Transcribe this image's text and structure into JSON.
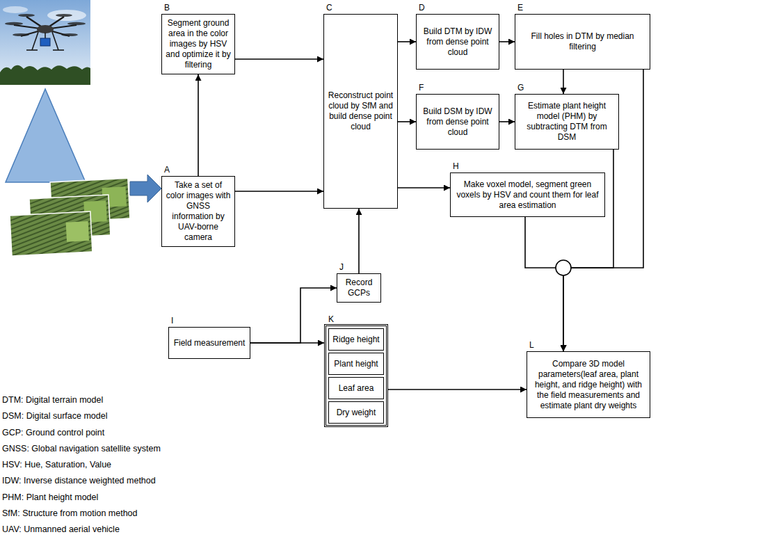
{
  "diagram": {
    "nodes": [
      {
        "text": [
          "A",
          "Take a set of color images with GNSS information by UAV-borne camera"
        ]
      },
      {
        "text": [
          "B",
          "Segment ground area in the color images by HSV and optimize it by filtering"
        ]
      },
      {
        "text": [
          "C",
          "Reconstruct point cloud by SfM and build dense point cloud"
        ]
      },
      {
        "text": [
          "D",
          "Build DTM by IDW from dense point cloud"
        ]
      },
      {
        "text": [
          "E",
          "Fill holes in DTM by median filtering"
        ]
      },
      {
        "text": [
          "F",
          "Build DSM by IDW from dense point cloud"
        ]
      },
      {
        "text": [
          "G",
          "Estimate plant height model (PHM) by subtracting DTM from DSM"
        ]
      },
      {
        "text": [
          "H",
          "Make voxel model, segment green voxels by HSV and count them for leaf area estimation"
        ]
      },
      {
        "text": [
          "I",
          "Field measurement"
        ]
      },
      {
        "text": [
          "J",
          "Record GCPs"
        ]
      },
      {
        "text": [
          "K"
        ]
      },
      {
        "text": [
          "Ridge height"
        ],
        "in": 10
      },
      {
        "text": [
          "Plant height"
        ],
        "in": 10
      },
      {
        "text": [
          "Leaf area"
        ],
        "in": 10
      },
      {
        "text": [
          "Dry weight"
        ],
        "in": 10
      },
      {
        "text": [
          "L",
          "Compare 3D model parameters(leaf area, plant height, and ridge height) with the field measurements and estimate plant dry weights"
        ]
      }
    ],
    "edges": [
      {
        "from": 0,
        "to": 1,
        "arrow": "to"
      },
      {
        "from": 0,
        "to": 2,
        "arrow": "to"
      },
      {
        "from": 1,
        "to": 2,
        "arrow": "to"
      },
      {
        "from": 2,
        "to": 3,
        "arrow": "to"
      },
      {
        "from": 2,
        "to": 5,
        "arrow": "to"
      },
      {
        "from": 2,
        "to": 7,
        "arrow": "to"
      },
      {
        "from": 3,
        "to": 4,
        "arrow": "to"
      },
      {
        "from": 4,
        "to": 6,
        "arrow": "to"
      },
      {
        "from": 5,
        "to": 6,
        "arrow": "to"
      },
      {
        "from": 6,
        "to": 15,
        "arrow": "to"
      },
      {
        "from": 7,
        "to": 15,
        "arrow": "to"
      },
      {
        "from": 4,
        "to": 15,
        "arrow": "to"
      },
      {
        "from": 8,
        "to": 9,
        "arrow": "to"
      },
      {
        "from": 8,
        "to": 10,
        "arrow": "to"
      },
      {
        "from": 9,
        "to": 2,
        "arrow": "to"
      },
      {
        "from": 10,
        "to": 15,
        "arrow": "to"
      }
    ],
    "labels": [
      "DTM: Digital terrain model",
      "DSM: Digital surface model",
      "GCP: Ground control point",
      "GNSS: Global navigation satellite system",
      "HSV: Hue, Saturation, Value",
      "IDW: Inverse distance weighted method",
      "PHM: Plant height model",
      "SfM: Structure from motion method",
      "UAV: Unmanned aerial vehicle"
    ]
  }
}
